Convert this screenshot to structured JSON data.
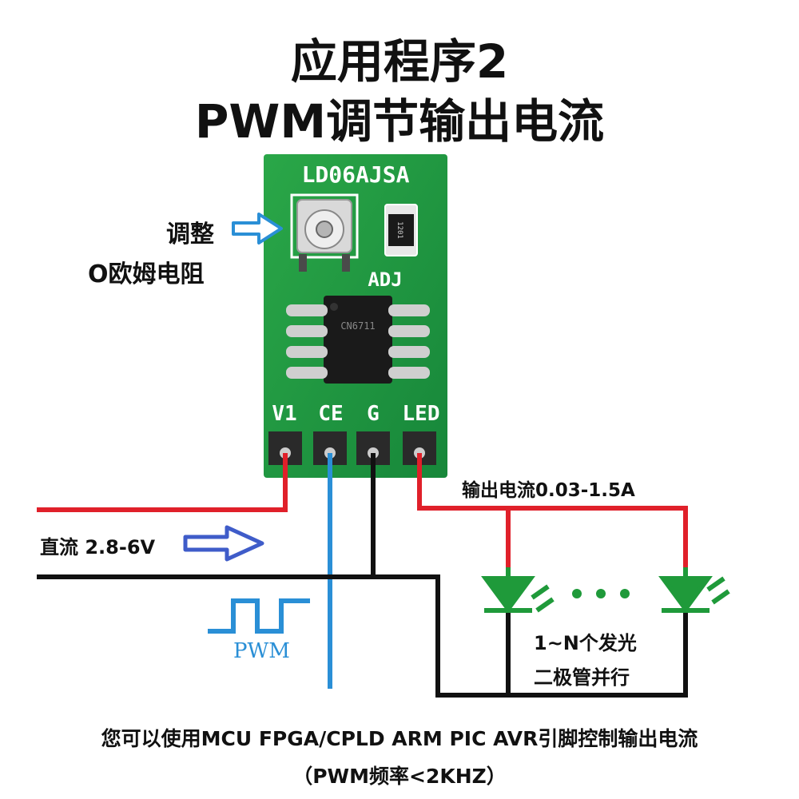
{
  "title": {
    "line1": "应用程序2",
    "line2": "PWM调节输出电流"
  },
  "annotations": {
    "adjust": "调整",
    "resistor": "O欧姆电阻",
    "output_current": "输出电流0.03-1.5A",
    "dc_input": "直流 2.8-6V",
    "pwm": "PWM",
    "leds_line1": "1~N个发光",
    "leds_line2": "二极管并行"
  },
  "board": {
    "model": "LD06AJSA",
    "adj": "ADJ",
    "resistor_code": "1201",
    "chip_code": "CN6711",
    "pins": [
      "V1",
      "CE",
      "G",
      "LED"
    ]
  },
  "footer": {
    "line1": "您可以使用MCU FPGA/CPLD ARM PIC AVR引脚控制输出电流",
    "line2": "（PWM频率<2KHZ）"
  },
  "colors": {
    "board_green": "#1f9a3a",
    "wire_red": "#e0202a",
    "wire_black": "#111111",
    "wire_blue": "#2a8fd6",
    "led_green": "#1f9a3a",
    "arrow_blue": "#4a6fd6"
  }
}
